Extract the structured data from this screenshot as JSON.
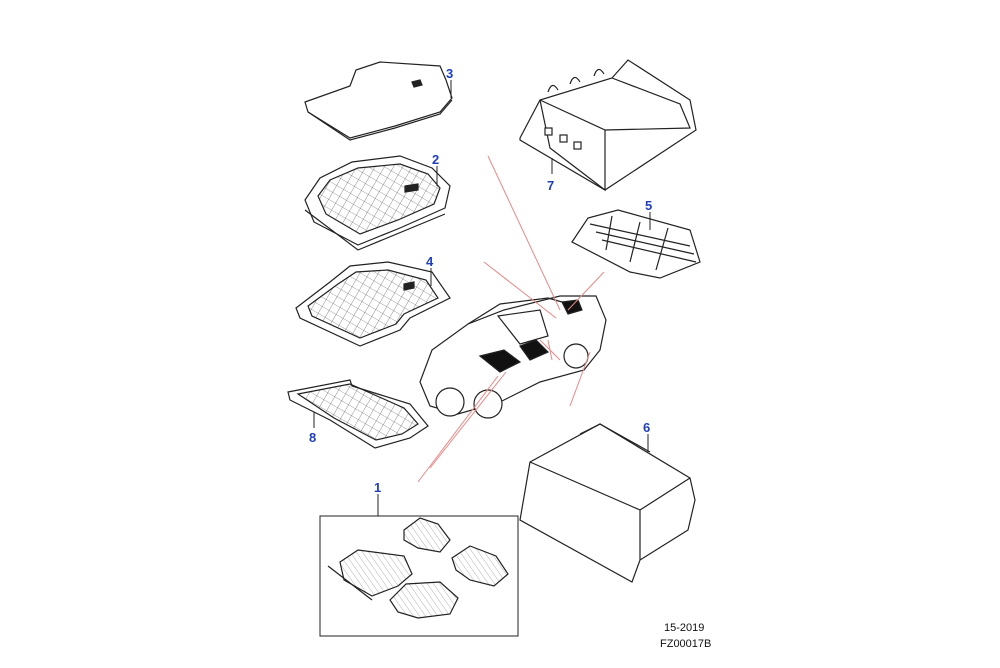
{
  "callouts": [
    {
      "id": "1",
      "label": "1"
    },
    {
      "id": "2",
      "label": "2"
    },
    {
      "id": "3",
      "label": "3"
    },
    {
      "id": "4",
      "label": "4"
    },
    {
      "id": "5",
      "label": "5"
    },
    {
      "id": "6",
      "label": "6"
    },
    {
      "id": "7",
      "label": "7"
    },
    {
      "id": "8",
      "label": "8"
    }
  ],
  "footer": {
    "date_code": "15-2019",
    "figure_code": "FZ00017B"
  },
  "colors": {
    "callout": "#1f3fbf",
    "pointer_lines": "#e88888",
    "outline": "#222222"
  }
}
